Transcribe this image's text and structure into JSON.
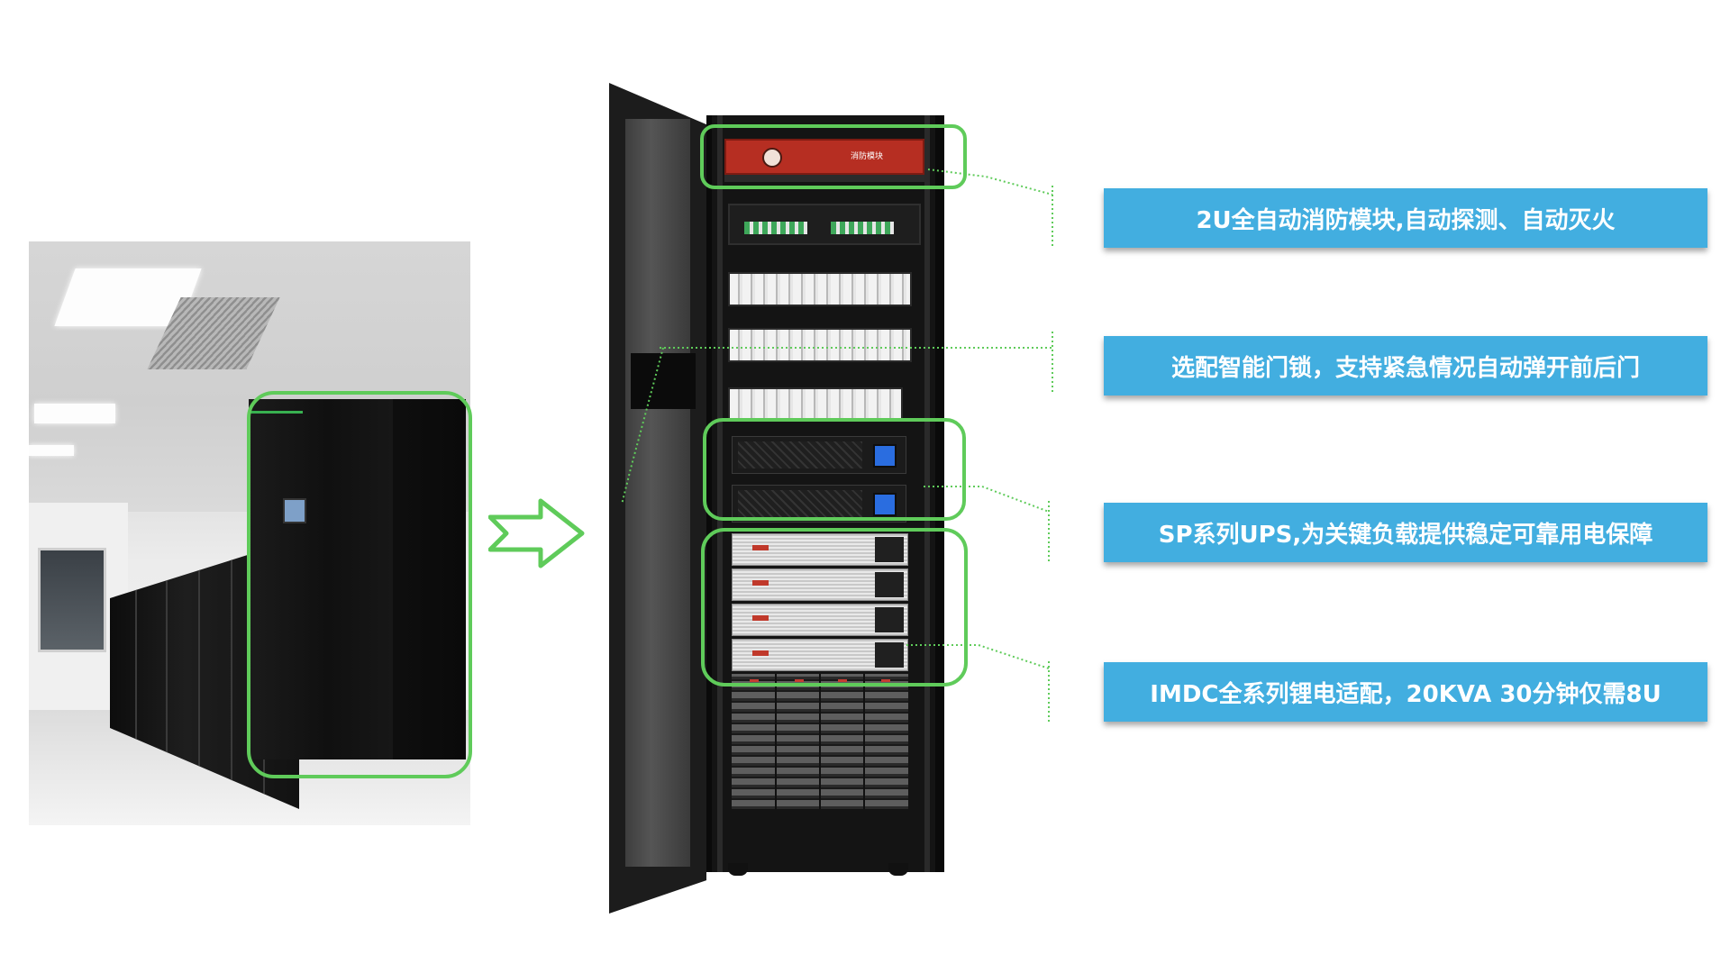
{
  "fire_module_label": "消防模块",
  "callouts": {
    "fire": "2U全自动消防模块,自动探测、自动灭火",
    "lock": "选配智能门锁，支持紧急情况自动弹开前后门",
    "ups": "SP系列UPS,为关键负载提供稳定可靠用电保障",
    "battery": "IMDC全系列锂电适配，20KVA 30分钟仅需8U"
  },
  "colors": {
    "highlight": "#5fcb5a",
    "callout_bg": "#42aee0",
    "callout_text": "#ffffff",
    "fire_module": "#b62e22",
    "ups_display": "#2a6de0"
  },
  "icons": [
    "right-arrow-icon"
  ]
}
